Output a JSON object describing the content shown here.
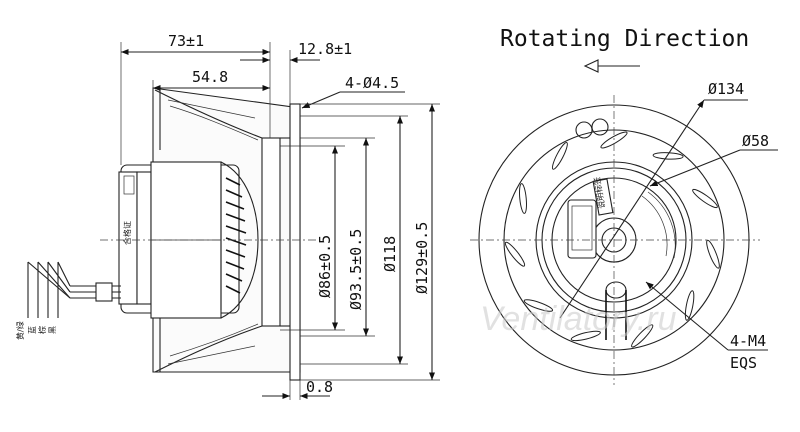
{
  "title": "Rotating Direction",
  "direction_arrow": "left-arrow-icon",
  "watermark": "Ventilatory.ru",
  "side_view": {
    "dim_total_depth": "73±1",
    "dim_flange": "12.8±1",
    "dim_motor_depth": "54.8",
    "dim_mount_holes": "4-Ø4.5",
    "dim_plate": "0.8",
    "dia_86": "Ø86±0.5",
    "dia_93": "Ø93.5±0.5",
    "dia_118": "Ø118",
    "dia_129": "Ø129±0.5",
    "motor_label": "合格证",
    "wire_labels": [
      "黄/绿",
      "蓝",
      "棕",
      "黑"
    ]
  },
  "front_view": {
    "dia_134": "Ø134",
    "dia_58": "Ø58",
    "screw_label": "4-M4",
    "screw_note": "EQS",
    "label_text": "说明标签"
  }
}
